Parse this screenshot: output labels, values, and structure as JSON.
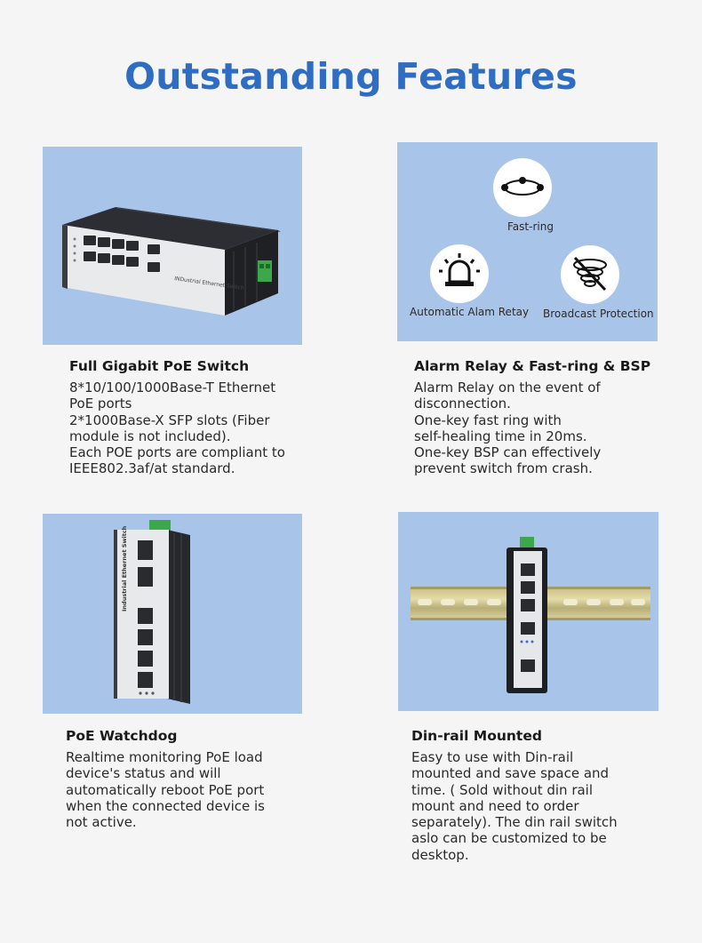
{
  "title": "Outstanding Features",
  "features": [
    {
      "heading": "Full Gigabit PoE Switch",
      "body": "8*10/100/1000Base-T Ethernet\nPoE ports\n2*1000Base-X SFP slots (Fiber\nmodule is not included).\nEach POE ports are compliant to\nIEEE802.3af/at standard.",
      "device_label": "INDustrial Ethernet Switch"
    },
    {
      "heading": "Alarm Relay & Fast-ring & BSP",
      "body": "Alarm Relay on the event of\ndisconnection.\nOne-key fast ring with\nself-healing time in 20ms.\nOne-key BSP can effectively\nprevent switch from crash.",
      "icons": [
        {
          "icon": "fast-ring-icon",
          "label": "Fast-ring"
        },
        {
          "icon": "alarm-icon",
          "label": "Automatic Alam Retay"
        },
        {
          "icon": "broadcast-protection-icon",
          "label": "Broadcast Protection"
        }
      ]
    },
    {
      "heading": "PoE Watchdog",
      "body": "Realtime monitoring PoE load\ndevice's status and will\nautomatically reboot PoE port\nwhen the connected device is\nnot active.",
      "device_label": "Industrial Ethernet Switch"
    },
    {
      "heading": "Din-rail Mounted",
      "body": "Easy to use with Din-rail\nmounted and save space and\ntime. ( Sold without din rail\nmount and need to order\nseparately). The din rail switch\naslo can be customized to be\ndesktop."
    }
  ],
  "colors": {
    "title": "#2f6dc3",
    "panel": "#a9c4e9"
  }
}
